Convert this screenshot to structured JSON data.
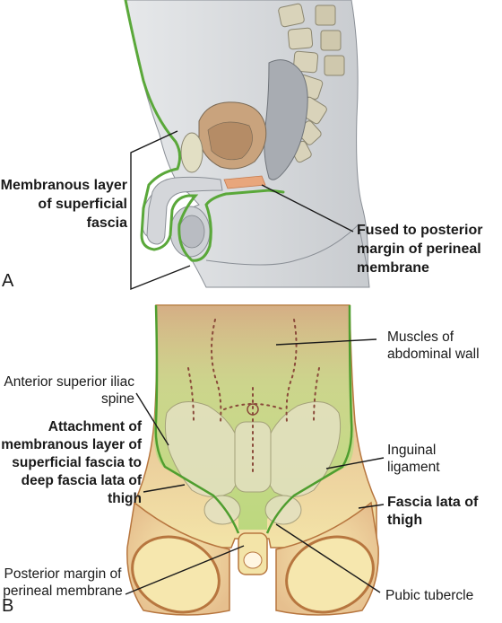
{
  "panel_a": {
    "letter": "A",
    "label_membranous": "Membranous layer of superficial fascia",
    "label_fused": "Fused to posterior margin of perineal membrane"
  },
  "panel_b": {
    "letter": "B",
    "label_muscles": "Muscles of abdominal wall",
    "label_asis": "Anterior superior iliac spine",
    "label_attachment": "Attachment of membranous layer of superficial fascia to deep fascia lata of thigh",
    "label_inguinal": "Inguinal ligament",
    "label_fascia_lata": "Fascia lata of thigh",
    "label_posterior_margin": "Posterior margin of perineal membrane",
    "label_pubic_tubercle": "Pubic tubercle"
  },
  "colors": {
    "fascia_line": "#5aa83a",
    "fascia_fill": "#c9e08a",
    "skin_upper": "#dca686",
    "skin_lower": "#f3e2a3",
    "bone": "#e2dfbf",
    "tissue_gray": "#c4c7cb"
  }
}
